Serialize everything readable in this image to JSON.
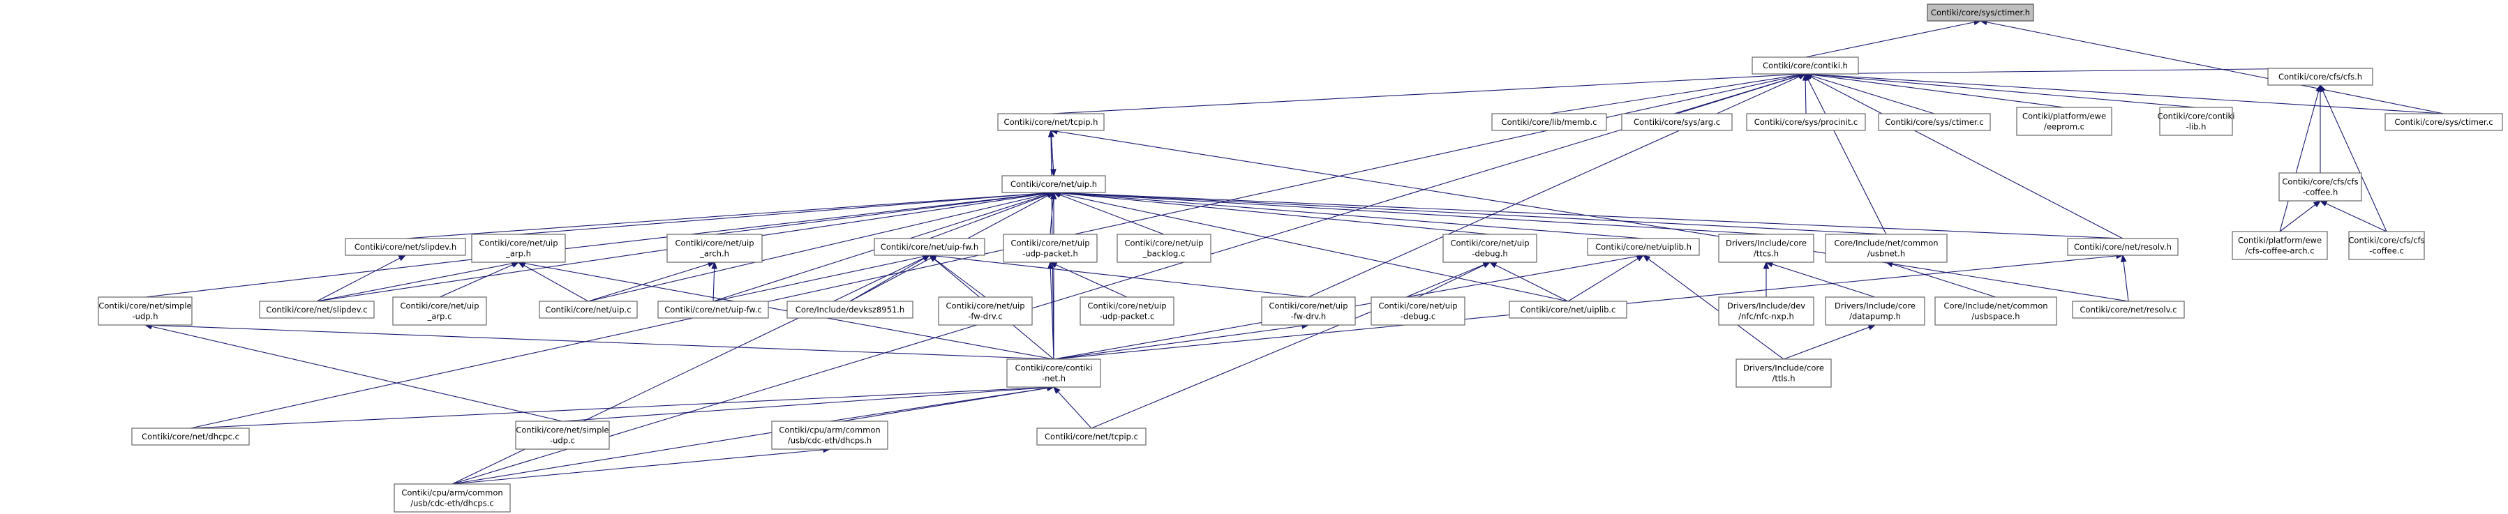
{
  "diagram": {
    "nodes": [
      {
        "id": "ctimer_h",
        "lines": [
          "Contiki/core/sys/ctimer.h"
        ],
        "root": true
      },
      {
        "id": "contiki_h",
        "lines": [
          "Contiki/core/contiki.h"
        ]
      },
      {
        "id": "tcpip_h",
        "lines": [
          "Contiki/core/net/tcpip.h"
        ]
      },
      {
        "id": "memb_c",
        "lines": [
          "Contiki/core/lib/memb.c"
        ]
      },
      {
        "id": "arg_c",
        "lines": [
          "Contiki/core/sys/arg.c"
        ]
      },
      {
        "id": "procinit_c",
        "lines": [
          "Contiki/core/sys/procinit.c"
        ]
      },
      {
        "id": "timer_c",
        "lines": [
          "Contiki/core/sys/ctimer.c"
        ]
      },
      {
        "id": "eeprom_c",
        "lines": [
          "Contiki/platform/ewe",
          "/eeprom.c"
        ]
      },
      {
        "id": "contiki_lib_h",
        "lines": [
          "Contiki/core/contiki",
          "-lib.h"
        ]
      },
      {
        "id": "cfs_h",
        "lines": [
          "Contiki/core/cfs/cfs.h"
        ]
      },
      {
        "id": "ctimer_c",
        "lines": [
          "Contiki/core/sys/ctimer.c"
        ]
      },
      {
        "id": "cfs_coffee_h",
        "lines": [
          "Contiki/core/cfs/cfs",
          "-coffee.h"
        ]
      },
      {
        "id": "cfs_coffee_arch_c",
        "lines": [
          "Contiki/platform/ewe",
          "/cfs-coffee-arch.c"
        ]
      },
      {
        "id": "cfs_coffee_c",
        "lines": [
          "Contiki/core/cfs/cfs",
          "-coffee.c"
        ]
      },
      {
        "id": "uip_h",
        "lines": [
          "Contiki/core/net/uip.h"
        ]
      },
      {
        "id": "slipdev_h",
        "lines": [
          "Contiki/core/net/slipdev.h"
        ]
      },
      {
        "id": "uip_arp_h",
        "lines": [
          "Contiki/core/net/uip",
          "_arp.h"
        ]
      },
      {
        "id": "uip_arch_h",
        "lines": [
          "Contiki/core/net/uip",
          "_arch.h"
        ]
      },
      {
        "id": "uip_fw_h",
        "lines": [
          "Contiki/core/net/uip-fw.h"
        ]
      },
      {
        "id": "uip_udp_packet_h",
        "lines": [
          "Contiki/core/net/uip",
          "-udp-packet.h"
        ]
      },
      {
        "id": "uip_backlog_c",
        "lines": [
          "Contiki/core/net/uip",
          "_backlog.c"
        ]
      },
      {
        "id": "uip_debug_h",
        "lines": [
          "Contiki/core/net/uip",
          "-debug.h"
        ]
      },
      {
        "id": "uiplib_h",
        "lines": [
          "Contiki/core/net/uiplib.h"
        ]
      },
      {
        "id": "ttcs_h",
        "lines": [
          "Drivers/Include/core",
          "/ttcs.h"
        ]
      },
      {
        "id": "usbnet_h",
        "lines": [
          "Core/Include/net/common",
          "/usbnet.h"
        ]
      },
      {
        "id": "resolv_h",
        "lines": [
          "Contiki/core/net/resolv.h"
        ]
      },
      {
        "id": "simple_udp_h",
        "lines": [
          "Contiki/core/net/simple",
          "-udp.h"
        ]
      },
      {
        "id": "slipdev_c",
        "lines": [
          "Contiki/core/net/slipdev.c"
        ]
      },
      {
        "id": "uip_arp_c",
        "lines": [
          "Contiki/core/net/uip",
          "_arp.c"
        ]
      },
      {
        "id": "uip_c",
        "lines": [
          "Contiki/core/net/uip.c"
        ]
      },
      {
        "id": "uip_fw_c",
        "lines": [
          "Contiki/core/net/uip-fw.c"
        ]
      },
      {
        "id": "devksz_h",
        "lines": [
          "Core/Include/devksz8951.h"
        ]
      },
      {
        "id": "uip_fw_drv_c",
        "lines": [
          "Contiki/core/net/uip",
          "-fw-drv.c"
        ]
      },
      {
        "id": "uip_udp_packet_c",
        "lines": [
          "Contiki/core/net/uip",
          "-udp-packet.c"
        ]
      },
      {
        "id": "uip_fw_drv_h",
        "lines": [
          "Contiki/core/net/uip",
          "-fw-drv.h"
        ]
      },
      {
        "id": "uip_debug_c",
        "lines": [
          "Contiki/core/net/uip",
          "-debug.c"
        ]
      },
      {
        "id": "uiplib_c",
        "lines": [
          "Contiki/core/net/uiplib.c"
        ]
      },
      {
        "id": "nfc_nxp_h",
        "lines": [
          "Drivers/Include/dev",
          "/nfc/nfc-nxp.h"
        ]
      },
      {
        "id": "datapump_h",
        "lines": [
          "Drivers/Include/core",
          "/datapump.h"
        ]
      },
      {
        "id": "usbspace_h",
        "lines": [
          "Core/Include/net/common",
          "/usbspace.h"
        ]
      },
      {
        "id": "resolv_c",
        "lines": [
          "Contiki/core/net/resolv.c"
        ]
      },
      {
        "id": "contiki_net_h",
        "lines": [
          "Contiki/core/contiki",
          "-net.h"
        ]
      },
      {
        "id": "ttls_h",
        "lines": [
          "Drivers/Include/core",
          "/ttls.h"
        ]
      },
      {
        "id": "dhcpc_c",
        "lines": [
          "Contiki/core/net/dhcpc.c"
        ]
      },
      {
        "id": "simple_udp_c",
        "lines": [
          "Contiki/core/net/simple",
          "-udp.c"
        ]
      },
      {
        "id": "dhcps_h",
        "lines": [
          "Contiki/cpu/arm/common",
          "/usb/cdc-eth/dhcps.h"
        ]
      },
      {
        "id": "tcpip_c",
        "lines": [
          "Contiki/core/net/tcpip.c"
        ]
      },
      {
        "id": "dhcps_c",
        "lines": [
          "Contiki/cpu/arm/common",
          "/usb/cdc-eth/dhcps.c"
        ]
      }
    ],
    "edges": [
      [
        "contiki_h",
        "ctimer_h"
      ],
      [
        "ctimer_c",
        "ctimer_h"
      ],
      [
        "tcpip_h",
        "contiki_h"
      ],
      [
        "memb_c",
        "contiki_h"
      ],
      [
        "arg_c",
        "contiki_h"
      ],
      [
        "procinit_c",
        "contiki_h"
      ],
      [
        "timer_c",
        "contiki_h"
      ],
      [
        "eeprom_c",
        "contiki_h"
      ],
      [
        "contiki_lib_h",
        "contiki_h"
      ],
      [
        "cfs_h",
        "contiki_h"
      ],
      [
        "ctimer_c",
        "contiki_h"
      ],
      [
        "resolv_h",
        "contiki_h"
      ],
      [
        "uip_fw_drv_h",
        "contiki_h"
      ],
      [
        "usbnet_h",
        "contiki_h"
      ],
      [
        "dhcpc_c",
        "contiki_h"
      ],
      [
        "dhcps_c",
        "contiki_h"
      ],
      [
        "cfs_coffee_h",
        "cfs_h"
      ],
      [
        "cfs_coffee_arch_c",
        "cfs_h"
      ],
      [
        "cfs_coffee_c",
        "cfs_h"
      ],
      [
        "cfs_coffee_arch_c",
        "cfs_coffee_h"
      ],
      [
        "cfs_coffee_c",
        "cfs_coffee_h"
      ],
      [
        "uip_h",
        "tcpip_h"
      ],
      [
        "tcpip_h",
        "uip_h"
      ],
      [
        "contiki_net_h",
        "tcpip_h"
      ],
      [
        "resolv_c",
        "tcpip_h"
      ],
      [
        "slipdev_h",
        "uip_h"
      ],
      [
        "uip_arp_h",
        "uip_h"
      ],
      [
        "uip_arch_h",
        "uip_h"
      ],
      [
        "uip_fw_h",
        "uip_h"
      ],
      [
        "uip_udp_packet_h",
        "uip_h"
      ],
      [
        "uip_backlog_c",
        "uip_h"
      ],
      [
        "uip_debug_h",
        "uip_h"
      ],
      [
        "uiplib_h",
        "uip_h"
      ],
      [
        "ttcs_h",
        "uip_h"
      ],
      [
        "usbnet_h",
        "uip_h"
      ],
      [
        "resolv_h",
        "uip_h"
      ],
      [
        "simple_udp_h",
        "uip_h"
      ],
      [
        "slipdev_c",
        "uip_h"
      ],
      [
        "uip_c",
        "uip_h"
      ],
      [
        "uip_fw_c",
        "uip_h"
      ],
      [
        "devksz_h",
        "uip_h"
      ],
      [
        "uiplib_c",
        "uip_h"
      ],
      [
        "contiki_net_h",
        "uip_h"
      ],
      [
        "slipdev_c",
        "slipdev_h"
      ],
      [
        "slipdev_c",
        "uip_arp_h"
      ],
      [
        "uip_arp_c",
        "uip_arp_h"
      ],
      [
        "uip_c",
        "uip_arp_h"
      ],
      [
        "contiki_net_h",
        "uip_arp_h"
      ],
      [
        "uip_c",
        "uip_arch_h"
      ],
      [
        "uip_fw_c",
        "uip_arch_h"
      ],
      [
        "uip_fw_c",
        "uip_fw_h"
      ],
      [
        "devksz_h",
        "uip_fw_h"
      ],
      [
        "uip_fw_drv_c",
        "uip_fw_h"
      ],
      [
        "uip_fw_drv_h",
        "uip_fw_h"
      ],
      [
        "contiki_net_h",
        "uip_fw_h"
      ],
      [
        "dhcps_c",
        "uip_fw_h"
      ],
      [
        "uip_udp_packet_c",
        "uip_udp_packet_h"
      ],
      [
        "contiki_net_h",
        "uip_udp_packet_h"
      ],
      [
        "uip_debug_c",
        "uip_debug_h"
      ],
      [
        "uiplib_c",
        "uip_debug_h"
      ],
      [
        "tcpip_c",
        "uip_debug_h"
      ],
      [
        "uiplib_c",
        "uiplib_h"
      ],
      [
        "contiki_net_h",
        "uiplib_h"
      ],
      [
        "ttls_h",
        "uiplib_h"
      ],
      [
        "nfc_nxp_h",
        "ttcs_h"
      ],
      [
        "datapump_h",
        "ttcs_h"
      ],
      [
        "usbspace_h",
        "usbnet_h"
      ],
      [
        "resolv_c",
        "resolv_h"
      ],
      [
        "contiki_net_h",
        "resolv_h"
      ],
      [
        "contiki_net_h",
        "simple_udp_h"
      ],
      [
        "simple_udp_c",
        "simple_udp_h"
      ],
      [
        "ttls_h",
        "datapump_h"
      ],
      [
        "contiki_net_h",
        "uip_fw_drv_h"
      ],
      [
        "dhcpc_c",
        "contiki_net_h"
      ],
      [
        "simple_udp_c",
        "contiki_net_h"
      ],
      [
        "dhcps_h",
        "contiki_net_h"
      ],
      [
        "tcpip_c",
        "contiki_net_h"
      ],
      [
        "dhcps_c",
        "contiki_net_h"
      ],
      [
        "dhcps_c",
        "dhcps_h"
      ]
    ]
  }
}
